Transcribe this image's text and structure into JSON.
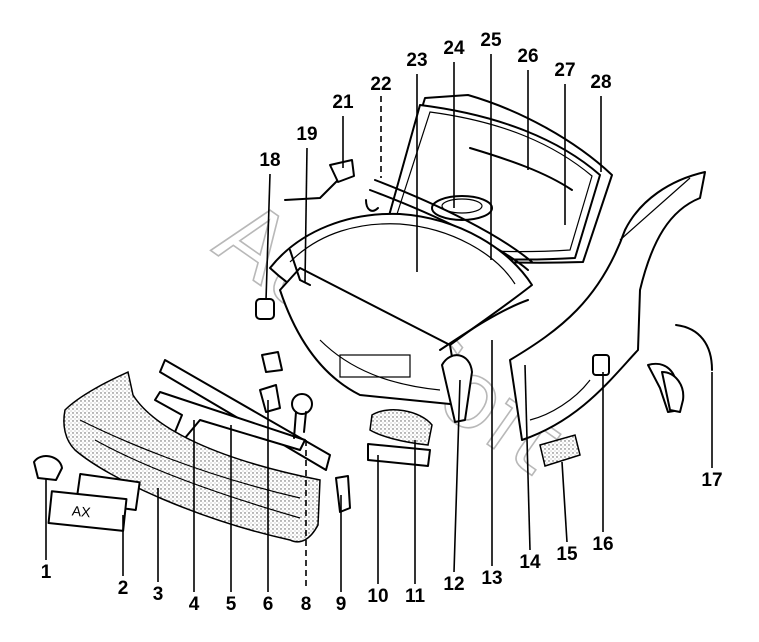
{
  "diagram": {
    "watermark": "AutoSoft",
    "plate_text": "AX",
    "callouts": [
      "1",
      "2",
      "3",
      "4",
      "5",
      "6",
      "8",
      "9",
      "10",
      "11",
      "12",
      "13",
      "14",
      "15",
      "16",
      "17",
      "18",
      "19",
      "21",
      "22",
      "23",
      "24",
      "25",
      "26",
      "27",
      "28"
    ]
  }
}
